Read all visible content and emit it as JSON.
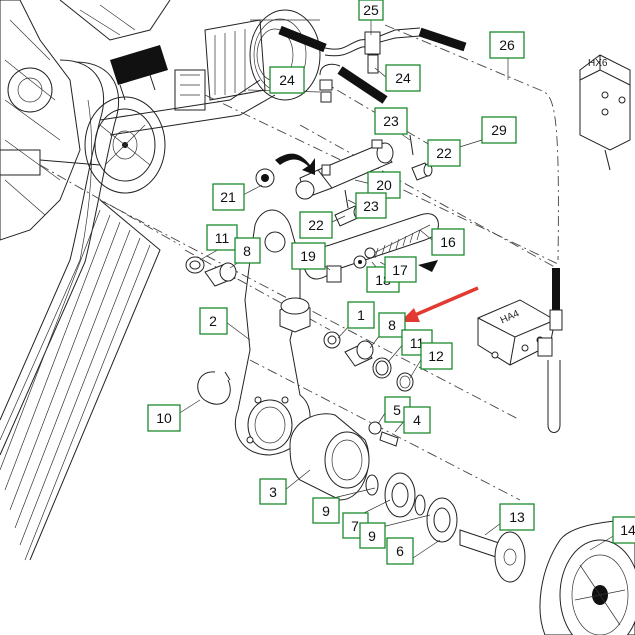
{
  "colors": {
    "callout_border": "#1b8a2e",
    "arrow": "#e23a30",
    "line": "#222222"
  },
  "labels": {
    "valve_block_a": "HA4",
    "valve_block_b": "HX6"
  },
  "callouts": [
    {
      "id": "c25",
      "text": "25"
    },
    {
      "id": "c26",
      "text": "26"
    },
    {
      "id": "c24a",
      "text": "24"
    },
    {
      "id": "c24b",
      "text": "24"
    },
    {
      "id": "c23a",
      "text": "23"
    },
    {
      "id": "c29",
      "text": "29"
    },
    {
      "id": "c22a",
      "text": "22"
    },
    {
      "id": "c20",
      "text": "20"
    },
    {
      "id": "c21",
      "text": "21"
    },
    {
      "id": "c23b",
      "text": "23"
    },
    {
      "id": "c22b",
      "text": "22"
    },
    {
      "id": "c16",
      "text": "16"
    },
    {
      "id": "c11a",
      "text": "11"
    },
    {
      "id": "c8a",
      "text": "8"
    },
    {
      "id": "c19",
      "text": "19"
    },
    {
      "id": "c18",
      "text": "18"
    },
    {
      "id": "c17",
      "text": "17"
    },
    {
      "id": "c2",
      "text": "2"
    },
    {
      "id": "c1",
      "text": "1"
    },
    {
      "id": "c8b",
      "text": "8"
    },
    {
      "id": "c11b",
      "text": "11"
    },
    {
      "id": "c12",
      "text": "12"
    },
    {
      "id": "c10",
      "text": "10"
    },
    {
      "id": "c5",
      "text": "5"
    },
    {
      "id": "c4",
      "text": "4"
    },
    {
      "id": "c3",
      "text": "3"
    },
    {
      "id": "c9a",
      "text": "9"
    },
    {
      "id": "c7",
      "text": "7"
    },
    {
      "id": "c9b",
      "text": "9"
    },
    {
      "id": "c6",
      "text": "6"
    },
    {
      "id": "c13",
      "text": "13"
    },
    {
      "id": "c14",
      "text": "14"
    }
  ]
}
